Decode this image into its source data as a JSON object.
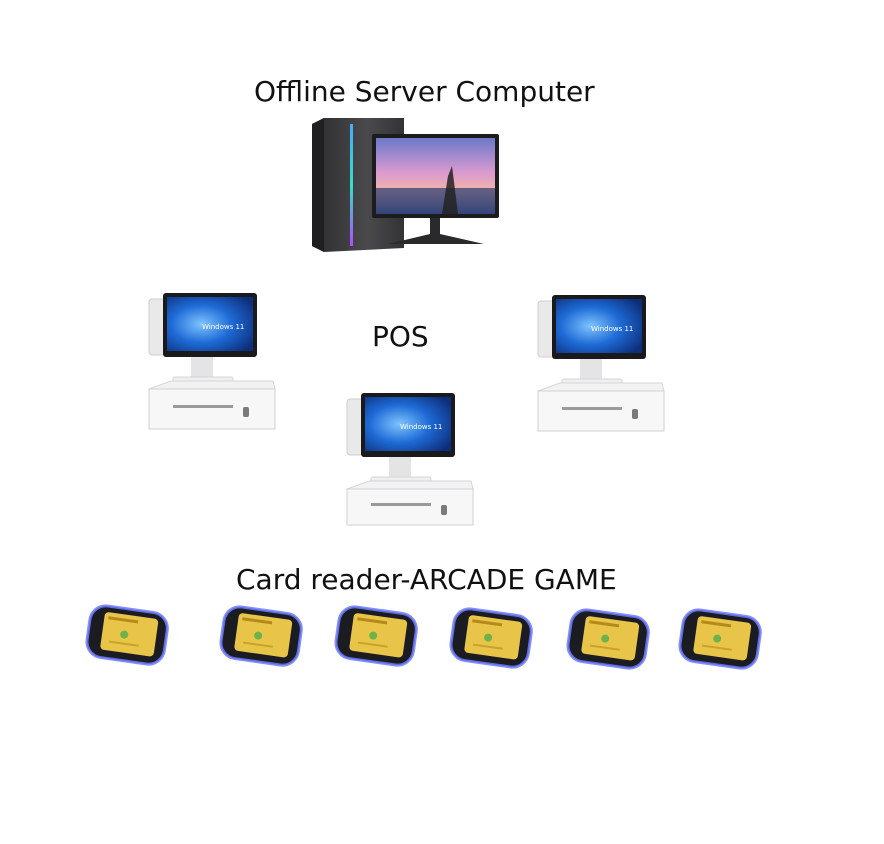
{
  "labels": {
    "server": "Offline Server Computer",
    "pos": "POS",
    "card_reader": "Card reader-ARCADE GAME"
  },
  "screen": {
    "os_name": "Windows 11"
  },
  "devices": {
    "server_computer": {
      "icon": "desktop-computer-icon"
    },
    "pos_terminals": [
      {
        "icon": "pos-terminal-icon"
      },
      {
        "icon": "pos-terminal-icon"
      },
      {
        "icon": "pos-terminal-icon"
      }
    ],
    "card_readers": [
      {
        "icon": "card-reader-icon"
      },
      {
        "icon": "card-reader-icon"
      },
      {
        "icon": "card-reader-icon"
      },
      {
        "icon": "card-reader-icon"
      },
      {
        "icon": "card-reader-icon"
      },
      {
        "icon": "card-reader-icon"
      }
    ]
  },
  "colors": {
    "background": "#ffffff",
    "text": "#111111",
    "pc_case": "#3a3a3c",
    "win_blue": "#1e6bd6",
    "reader_screen": "#e8c548",
    "reader_glow": "#6f7bff"
  }
}
